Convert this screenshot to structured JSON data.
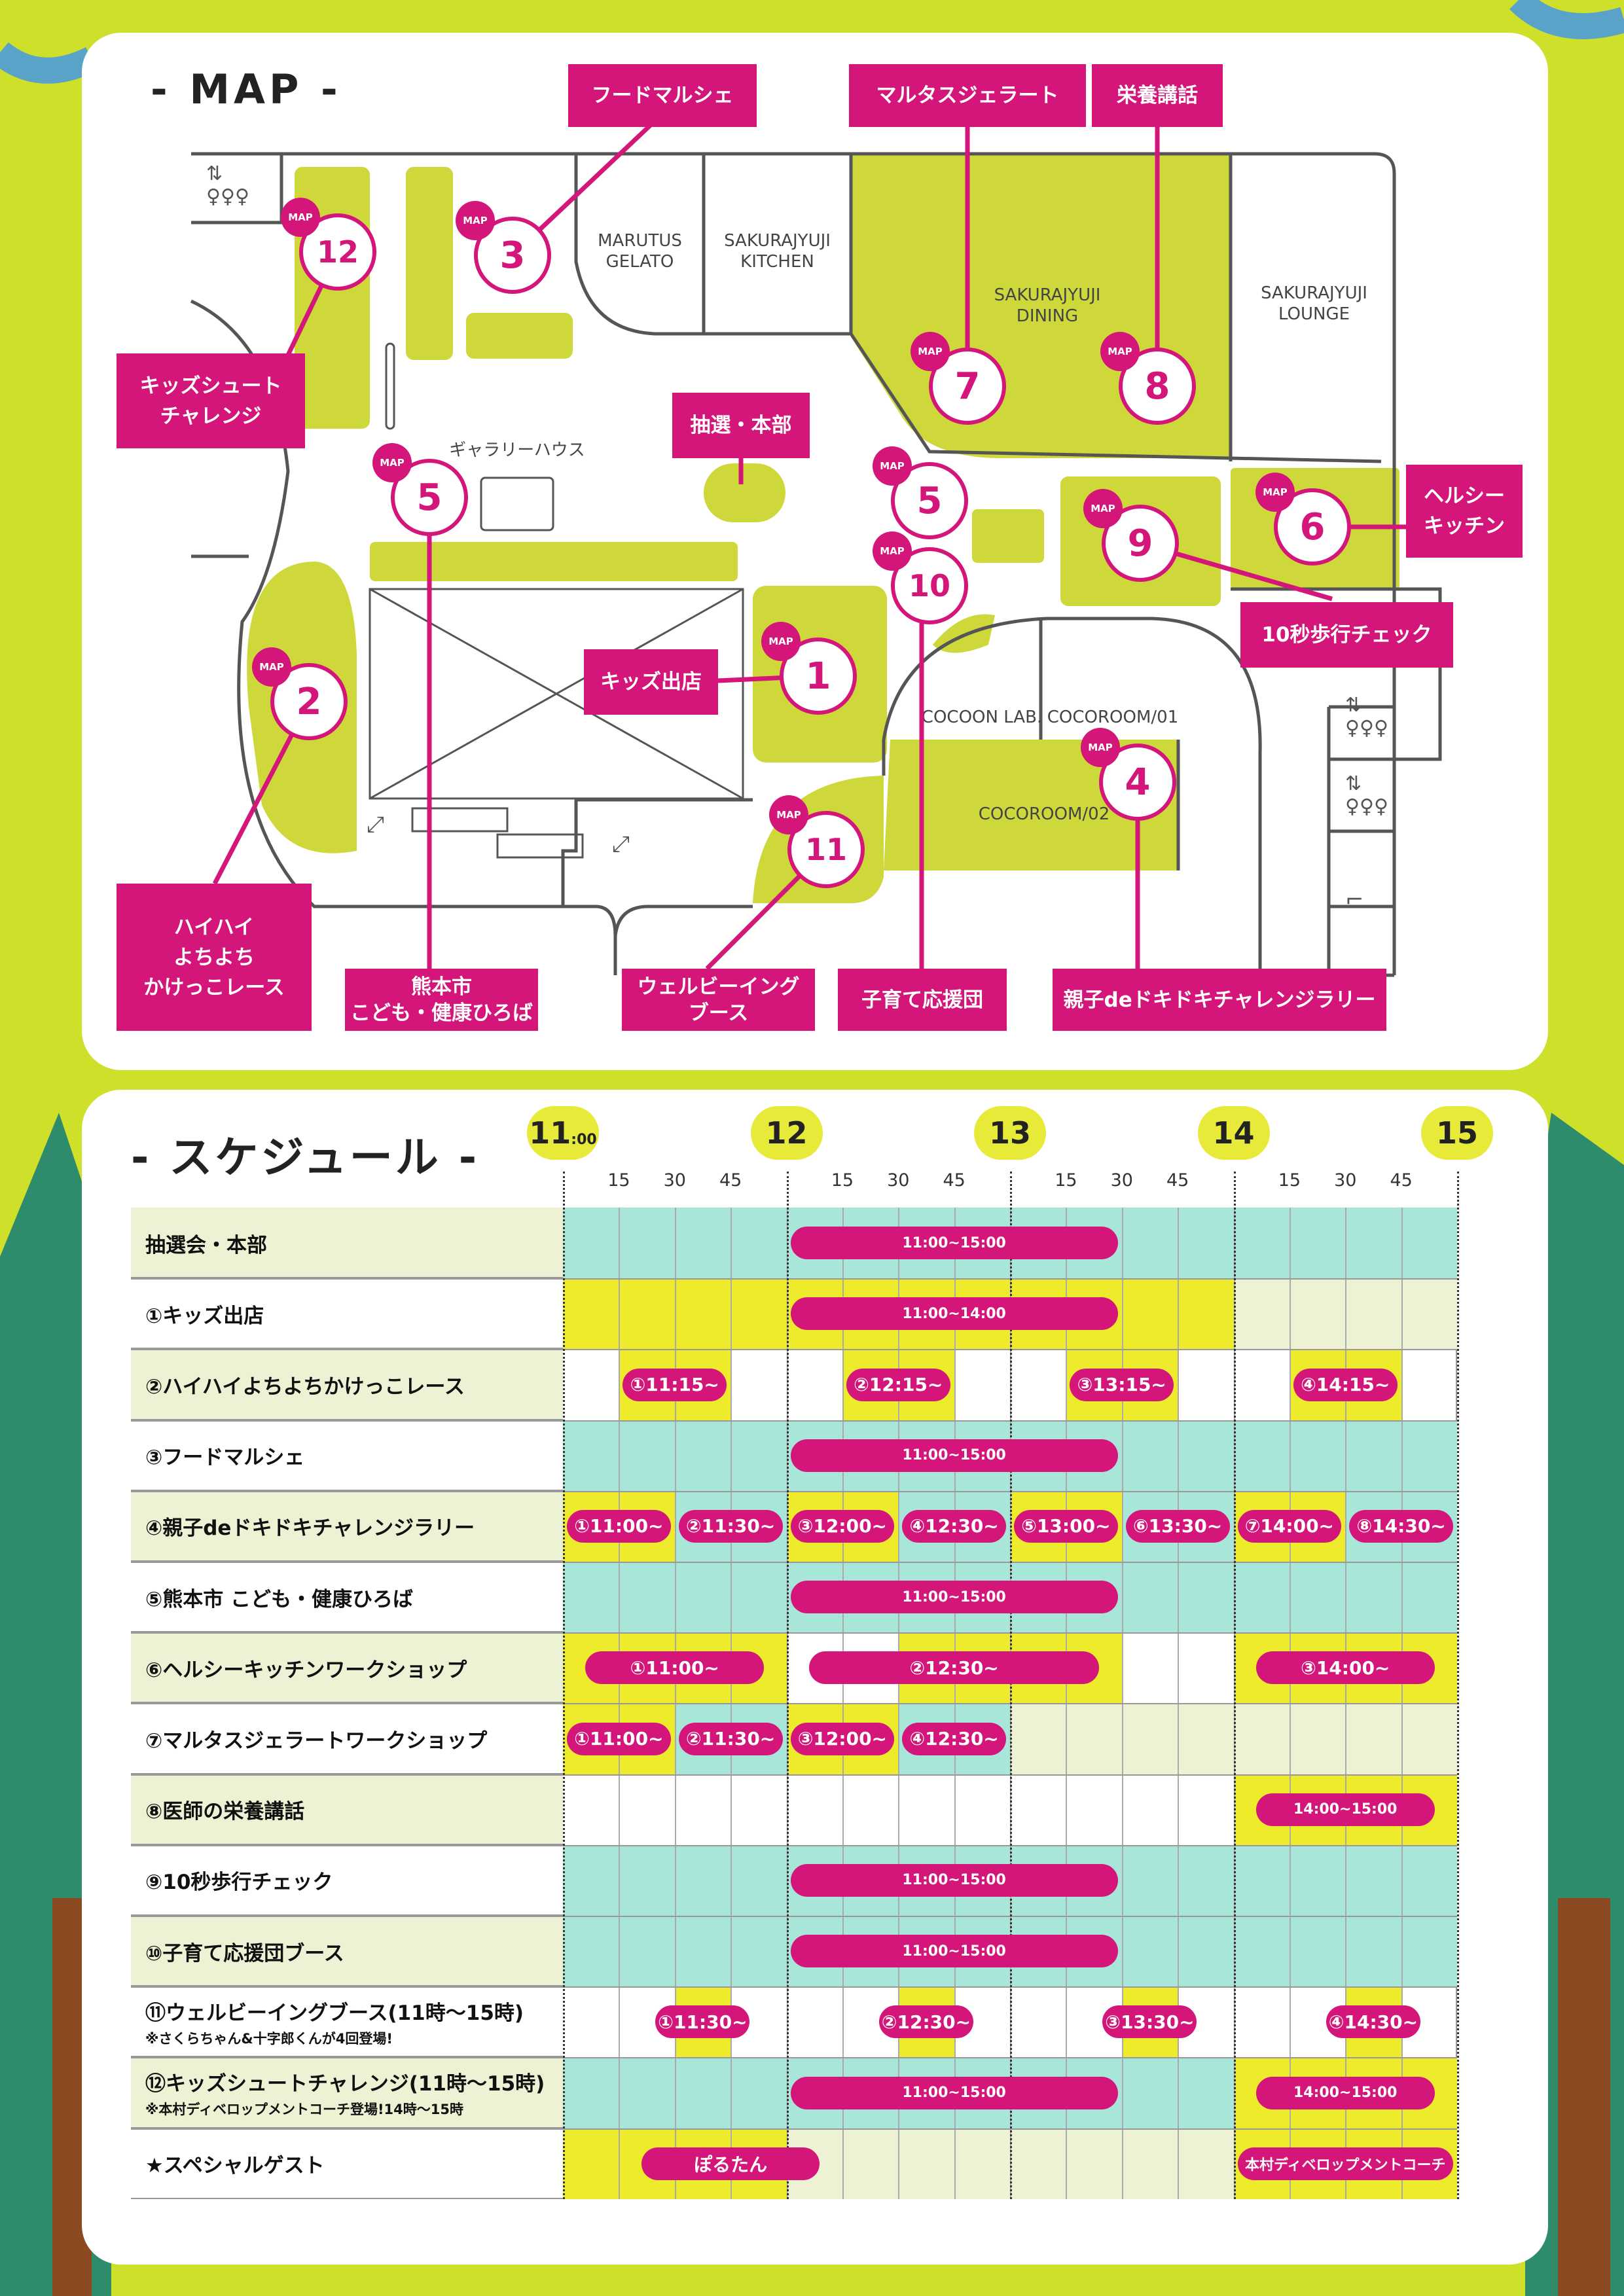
{
  "map": {
    "title": "- MAP -",
    "tags": {
      "food_marche": "フードマルシェ",
      "marutas_gelato": "マルタスジェラート",
      "nutrition_talk": "栄養講話",
      "kids_shoot": [
        "キッズシュート",
        "チャレンジ"
      ],
      "lottery_hq": "抽選・本部",
      "healthy_kitchen": [
        "ヘルシー",
        "キッチン"
      ],
      "ten_sec_walk": "10秒歩行チェック",
      "kids_shop": "キッズ出店",
      "crawl_race": [
        "ハイハイ",
        "よちよち",
        "かけっこレース"
      ],
      "kumamoto_plaza": [
        "熊本市",
        "こども・健康ひろば"
      ],
      "wellbeing_booth": [
        "ウェルビーイング",
        "ブース"
      ],
      "parenting_support": "子育て応援団",
      "rally": "親子deドキドキチャレンジラリー"
    },
    "rooms": {
      "marutus_gelato": [
        "MARUTUS",
        "GELATO"
      ],
      "sakurajyuji_kitchen": [
        "SAKURAJYUJI",
        "KITCHEN"
      ],
      "sakurajyuji_dining": [
        "SAKURAJYUJI",
        "DINING"
      ],
      "sakurajyuji_lounge": [
        "SAKURAJYUJI",
        "LOUNGE"
      ],
      "gallery_house": "ギャラリーハウス",
      "cocoon_lab": "COCOON LAB.",
      "cocoroom01": "COCOROOM/01",
      "cocoroom02": "COCOROOM/02"
    },
    "pin_badge": "MAP",
    "pins": [
      "1",
      "2",
      "3",
      "4",
      "5",
      "5",
      "6",
      "7",
      "8",
      "9",
      "10",
      "11",
      "12"
    ]
  },
  "schedule": {
    "title": "- スケジュール -",
    "hours": [
      {
        "label": "11",
        "suffix": ":00"
      },
      {
        "label": "12",
        "suffix": ""
      },
      {
        "label": "13",
        "suffix": ""
      },
      {
        "label": "14",
        "suffix": ""
      },
      {
        "label": "15",
        "suffix": ""
      }
    ],
    "minutes": [
      "15",
      "30",
      "45"
    ],
    "rows": [
      {
        "label": "抽選会・本部",
        "note": ""
      },
      {
        "label": "①キッズ出店",
        "note": ""
      },
      {
        "label": "②ハイハイよちよちかけっこレース",
        "note": ""
      },
      {
        "label": "③フードマルシェ",
        "note": ""
      },
      {
        "label": "④親子deドキドキチャレンジラリー",
        "note": ""
      },
      {
        "label": "⑤熊本市 こども・健康ひろば",
        "note": ""
      },
      {
        "label": "⑥ヘルシーキッチンワークショップ",
        "note": ""
      },
      {
        "label": "⑦マルタスジェラートワークショップ",
        "note": ""
      },
      {
        "label": "⑧医師の栄養講話",
        "note": ""
      },
      {
        "label": "⑨10秒歩行チェック",
        "note": ""
      },
      {
        "label": "⑩子育て応援団ブース",
        "note": ""
      },
      {
        "label": "⑪ウェルビーイングブース(11時〜15時)",
        "note": "※さくらちゃん&十字郎くんが4回登場!"
      },
      {
        "label": "⑫キッズシュートチャレンジ(11時〜15時)",
        "note": "※本村ディベロップメントコーチ登場!14時〜15時"
      },
      {
        "label": "★スペシャルゲスト",
        "note": ""
      }
    ],
    "events": [
      [
        {
          "label": "11:00~15:00"
        }
      ],
      [
        {
          "label": "11:00~14:00"
        }
      ],
      [
        {
          "label": "①11:15~"
        },
        {
          "label": "②12:15~"
        },
        {
          "label": "③13:15~"
        },
        {
          "label": "④14:15~"
        }
      ],
      [
        {
          "label": "11:00~15:00"
        }
      ],
      [
        {
          "label": "①11:00~"
        },
        {
          "label": "②11:30~"
        },
        {
          "label": "③12:00~"
        },
        {
          "label": "④12:30~"
        },
        {
          "label": "⑤13:00~"
        },
        {
          "label": "⑥13:30~"
        },
        {
          "label": "⑦14:00~"
        },
        {
          "label": "⑧14:30~"
        }
      ],
      [
        {
          "label": "11:00~15:00"
        }
      ],
      [
        {
          "label": "①11:00~"
        },
        {
          "label": "②12:30~"
        },
        {
          "label": "③14:00~"
        }
      ],
      [
        {
          "label": "①11:00~"
        },
        {
          "label": "②11:30~"
        },
        {
          "label": "③12:00~"
        },
        {
          "label": "④12:30~"
        }
      ],
      [
        {
          "label": "14:00~15:00"
        }
      ],
      [
        {
          "label": "11:00~15:00"
        }
      ],
      [
        {
          "label": "11:00~15:00"
        }
      ],
      [
        {
          "label": "①11:30~"
        },
        {
          "label": "②12:30~"
        },
        {
          "label": "③13:30~"
        },
        {
          "label": "④14:30~"
        }
      ],
      [
        {
          "label": "11:00~15:00"
        },
        {
          "label": "14:00~15:00"
        }
      ],
      [
        {
          "label": "ぽるたん"
        },
        {
          "label": "本村ディベロップメントコーチ"
        }
      ]
    ],
    "cell_fills": [
      {
        "row": 0,
        "from": "11:00",
        "to": "15:00",
        "color": "#a8e6da"
      },
      {
        "row": 1,
        "from": "11:00",
        "to": "14:00",
        "color": "#eeea2c"
      },
      {
        "row": 1,
        "from": "14:00",
        "to": "15:00",
        "color": "#eef2d4"
      },
      {
        "row": 2,
        "from": "11:15",
        "to": "11:45",
        "color": "#eeea2c"
      },
      {
        "row": 2,
        "from": "12:15",
        "to": "12:45",
        "color": "#eeea2c"
      },
      {
        "row": 2,
        "from": "13:15",
        "to": "13:45",
        "color": "#eeea2c"
      },
      {
        "row": 2,
        "from": "14:15",
        "to": "14:45",
        "color": "#eeea2c"
      },
      {
        "row": 3,
        "from": "11:00",
        "to": "15:00",
        "color": "#a8e6da"
      },
      {
        "row": 4,
        "from": "11:00",
        "to": "11:30",
        "color": "#eeea2c"
      },
      {
        "row": 4,
        "from": "11:30",
        "to": "12:00",
        "color": "#a8e6da"
      },
      {
        "row": 4,
        "from": "12:00",
        "to": "12:30",
        "color": "#eeea2c"
      },
      {
        "row": 4,
        "from": "12:30",
        "to": "13:00",
        "color": "#a8e6da"
      },
      {
        "row": 4,
        "from": "13:00",
        "to": "13:30",
        "color": "#eeea2c"
      },
      {
        "row": 4,
        "from": "13:30",
        "to": "14:00",
        "color": "#a8e6da"
      },
      {
        "row": 4,
        "from": "14:00",
        "to": "14:30",
        "color": "#eeea2c"
      },
      {
        "row": 4,
        "from": "14:30",
        "to": "15:00",
        "color": "#a8e6da"
      },
      {
        "row": 5,
        "from": "11:00",
        "to": "15:00",
        "color": "#a8e6da"
      },
      {
        "row": 6,
        "from": "11:00",
        "to": "12:00",
        "color": "#eeea2c"
      },
      {
        "row": 6,
        "from": "12:30",
        "to": "13:30",
        "color": "#eeea2c"
      },
      {
        "row": 6,
        "from": "14:00",
        "to": "15:00",
        "color": "#eeea2c"
      },
      {
        "row": 7,
        "from": "11:00",
        "to": "11:30",
        "color": "#eeea2c"
      },
      {
        "row": 7,
        "from": "11:30",
        "to": "12:00",
        "color": "#a8e6da"
      },
      {
        "row": 7,
        "from": "12:00",
        "to": "12:30",
        "color": "#eeea2c"
      },
      {
        "row": 7,
        "from": "12:30",
        "to": "13:00",
        "color": "#a8e6da"
      },
      {
        "row": 7,
        "from": "13:00",
        "to": "15:00",
        "color": "#eef2d4"
      },
      {
        "row": 8,
        "from": "14:00",
        "to": "15:00",
        "color": "#eeea2c"
      },
      {
        "row": 9,
        "from": "11:00",
        "to": "15:00",
        "color": "#a8e6da"
      },
      {
        "row": 10,
        "from": "11:00",
        "to": "15:00",
        "color": "#a8e6da"
      },
      {
        "row": 11,
        "from": "11:30",
        "to": "11:45",
        "color": "#eeea2c"
      },
      {
        "row": 11,
        "from": "12:30",
        "to": "12:45",
        "color": "#eeea2c"
      },
      {
        "row": 11,
        "from": "13:30",
        "to": "13:45",
        "color": "#eeea2c"
      },
      {
        "row": 11,
        "from": "14:30",
        "to": "14:45",
        "color": "#eeea2c"
      },
      {
        "row": 12,
        "from": "11:00",
        "to": "14:00",
        "color": "#a8e6da"
      },
      {
        "row": 12,
        "from": "14:00",
        "to": "15:00",
        "color": "#eeea2c"
      },
      {
        "row": 13,
        "from": "11:00",
        "to": "12:00",
        "color": "#eeea2c"
      },
      {
        "row": 13,
        "from": "12:00",
        "to": "14:00",
        "color": "#eef2d4"
      },
      {
        "row": 13,
        "from": "14:00",
        "to": "15:00",
        "color": "#eeea2c"
      }
    ]
  },
  "colors": {
    "background": "#cfe02a",
    "magenta": "#d4157a",
    "lime": "#cfd83a",
    "teal": "#a8e6da",
    "yellow": "#eeea2c",
    "pale": "#eef2d4",
    "tree_green": "#2e8b6b",
    "trunk": "#8b4a22"
  }
}
